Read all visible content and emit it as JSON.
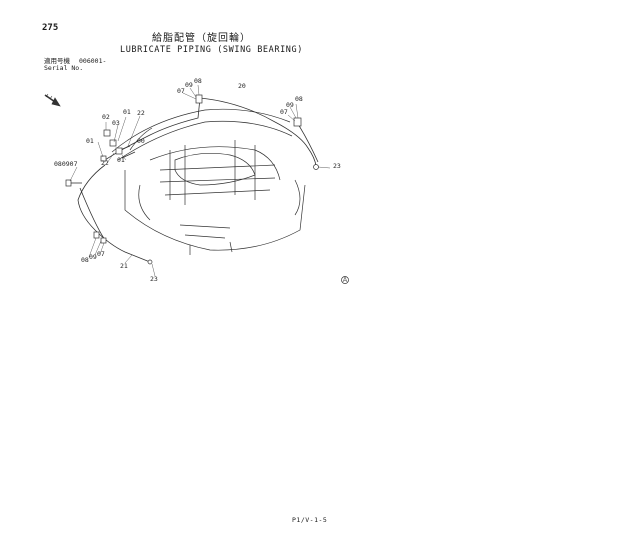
{
  "page_number": "275",
  "title_japanese": "給脂配管（旋回輪）",
  "title_english": "LUBRICATE PIPING (SWING BEARING)",
  "serial_label_japanese": "適用号機",
  "serial_value": "006001-",
  "serial_label_english": "Serial No.",
  "footer_code": "P1/V-1-5",
  "callouts": [
    "08",
    "09",
    "07",
    "20",
    "09",
    "08",
    "07",
    "02",
    "01",
    "22",
    "03",
    "01",
    "00",
    "080907",
    "22",
    "01",
    "23",
    "08",
    "09",
    "07",
    "21",
    "23"
  ]
}
